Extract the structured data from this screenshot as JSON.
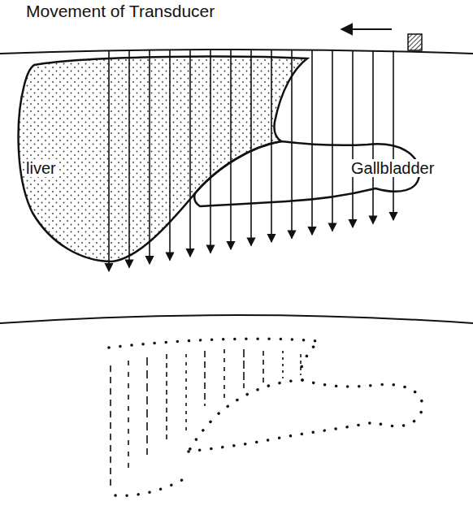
{
  "diagram": {
    "labels": [
      "Movement of Transducer",
      "liver",
      "Gallbladder"
    ]
  }
}
